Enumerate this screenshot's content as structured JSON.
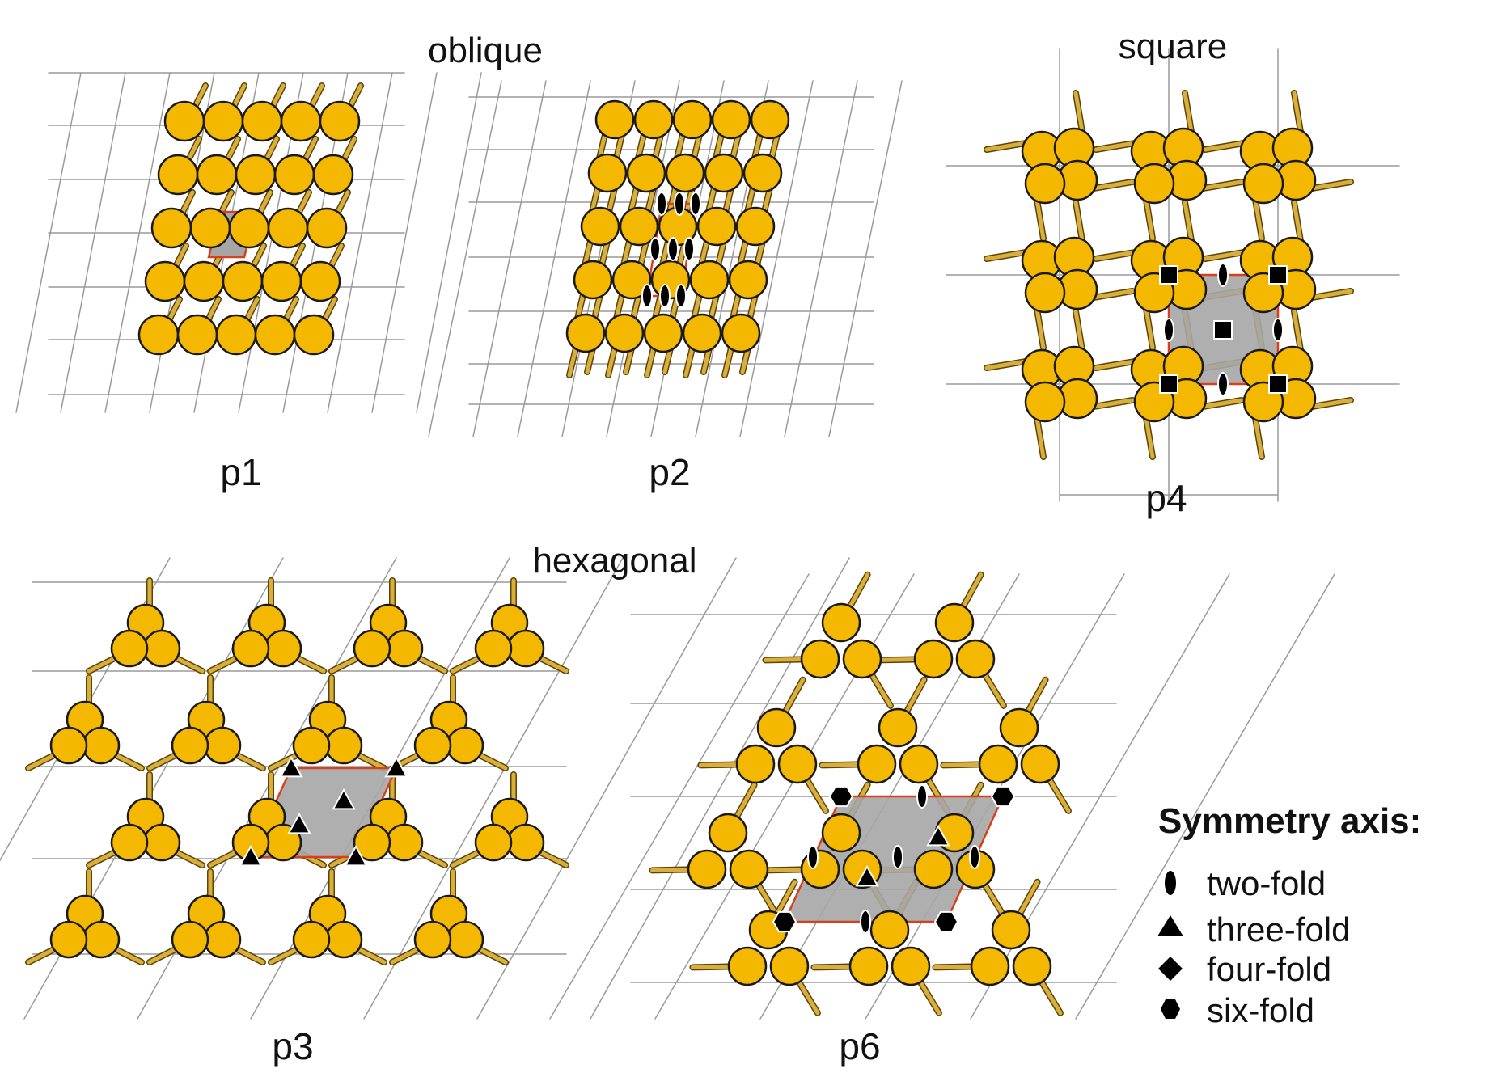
{
  "categories": {
    "oblique": "oblique",
    "square": "square",
    "hexagonal": "hexagonal"
  },
  "panels": {
    "p1": "p1",
    "p2": "p2",
    "p4": "p4",
    "p3": "p3",
    "p6": "p6"
  },
  "legend": {
    "title": "Symmetry axis:",
    "items": [
      {
        "label": "two-fold",
        "symbol": "ellipse-icon"
      },
      {
        "label": "three-fold",
        "symbol": "triangle-icon"
      },
      {
        "label": "four-fold",
        "symbol": "square-icon"
      },
      {
        "label": "six-fold",
        "symbol": "hexagon-icon"
      }
    ]
  },
  "colors": {
    "molecule": "#F5B800",
    "molecule_stroke": "#1a1a1a",
    "linker": "#D9AE3A",
    "unit_cell_fill": "#A6A6A6",
    "unit_cell_edge": "#D8401C",
    "grid": "#9a9a9a",
    "symbol": "#000000"
  }
}
